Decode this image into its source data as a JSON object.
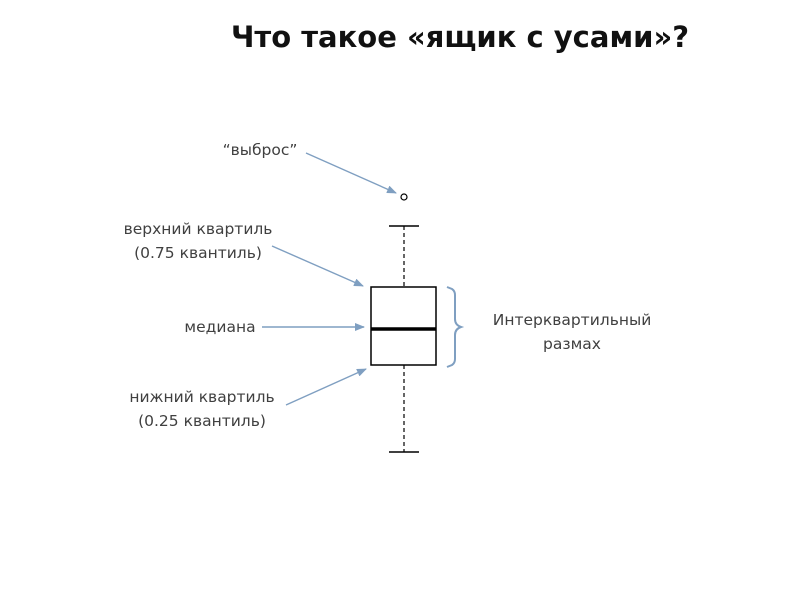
{
  "title": "Что такое «ящик с усами»?",
  "labels": {
    "outlier": "“выброс”",
    "upper_quartile_line1": "верхний квартиль",
    "upper_quartile_line2": "(0.75 квантиль)",
    "median": "медиана",
    "lower_quartile_line1": "нижний квартиль",
    "lower_quartile_line2": "(0.25 квантиль)",
    "iqr_line1": "Интерквартильный",
    "iqr_line2": "размах"
  },
  "colors": {
    "arrow": "#7f9fc1",
    "bracket": "#7f9fc1",
    "box": "#000000",
    "text": "#404040"
  }
}
